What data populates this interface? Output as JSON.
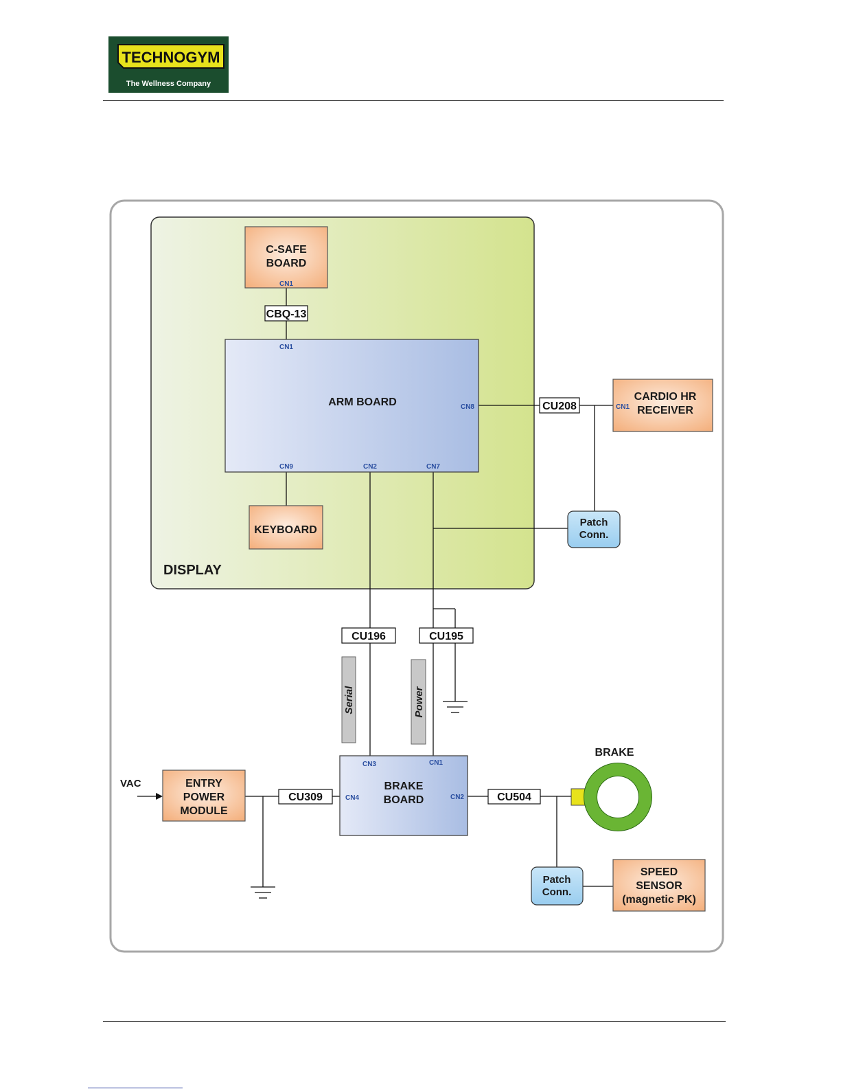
{
  "header": {
    "brand": "TECHNOGYM",
    "tagline": "The Wellness Company"
  },
  "diagram": {
    "display_label": "DISPLAY",
    "csafe_board": [
      "C-SAFE",
      "BOARD"
    ],
    "arm_board": "ARM BOARD",
    "keyboard": "KEYBOARD",
    "cardio_hr_receiver": [
      "CARDIO HR",
      "RECEIVER"
    ],
    "patch_conn_top": [
      "Patch",
      "Conn."
    ],
    "patch_conn_bottom": [
      "Patch",
      "Conn."
    ],
    "entry_power_module": [
      "ENTRY",
      "POWER",
      "MODULE"
    ],
    "brake_board": [
      "BRAKE",
      "BOARD"
    ],
    "brake": "BRAKE",
    "speed_sensor": [
      "SPEED",
      "SENSOR",
      "(magnetic PK)"
    ],
    "vac": "VAC",
    "cables": {
      "cbq13": "CBQ-13",
      "cu208": "CU208",
      "cu196": "CU196",
      "cu195": "CU195",
      "cu309": "CU309",
      "cu504": "CU504"
    },
    "bars": {
      "serial": "Serial",
      "power": "Power"
    },
    "ports": {
      "csafe_cn1": "CN1",
      "arm_cn1": "CN1",
      "arm_cn8": "CN8",
      "arm_cn9": "CN9",
      "arm_cn2": "CN2",
      "arm_cn7": "CN7",
      "cardio_cn1": "CN1",
      "brake_cn3": "CN3",
      "brake_cn1": "CN1",
      "brake_cn4": "CN4",
      "brake_cn2": "CN2"
    },
    "colors": {
      "display_panel_left": "#eef3e4",
      "display_panel_right": "#d4e38e",
      "board_orange_light": "#fde5d3",
      "board_orange": "#f6b887",
      "arm_blue_light": "#e4e9f7",
      "arm_blue": "#a9bde3",
      "patch_blue": "#a9d7f3",
      "brake_green": "#6ab534",
      "brake_yellow": "#e8e21c",
      "bar_gray": "#c8c8c8"
    }
  }
}
